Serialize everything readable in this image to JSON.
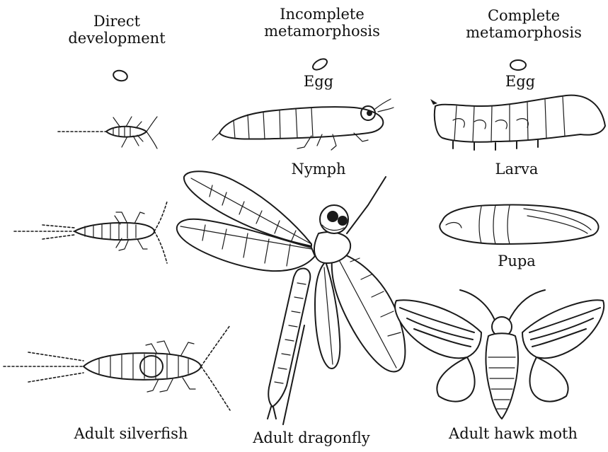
{
  "columns": {
    "direct": {
      "heading_line1": "Direct",
      "heading_line2": "development"
    },
    "incomplete": {
      "heading_line1": "Incomplete",
      "heading_line2": "metamorphosis"
    },
    "complete": {
      "heading_line1": "Complete",
      "heading_line2": "metamorphosis"
    }
  },
  "stages": {
    "incomplete_egg": "Egg",
    "complete_egg": "Egg",
    "nymph": "Nymph",
    "larva": "Larva",
    "pupa": "Pupa"
  },
  "adults": {
    "silverfish": "Adult silverfish",
    "dragonfly": "Adult dragonfly",
    "hawk_moth": "Adult  hawk moth"
  }
}
